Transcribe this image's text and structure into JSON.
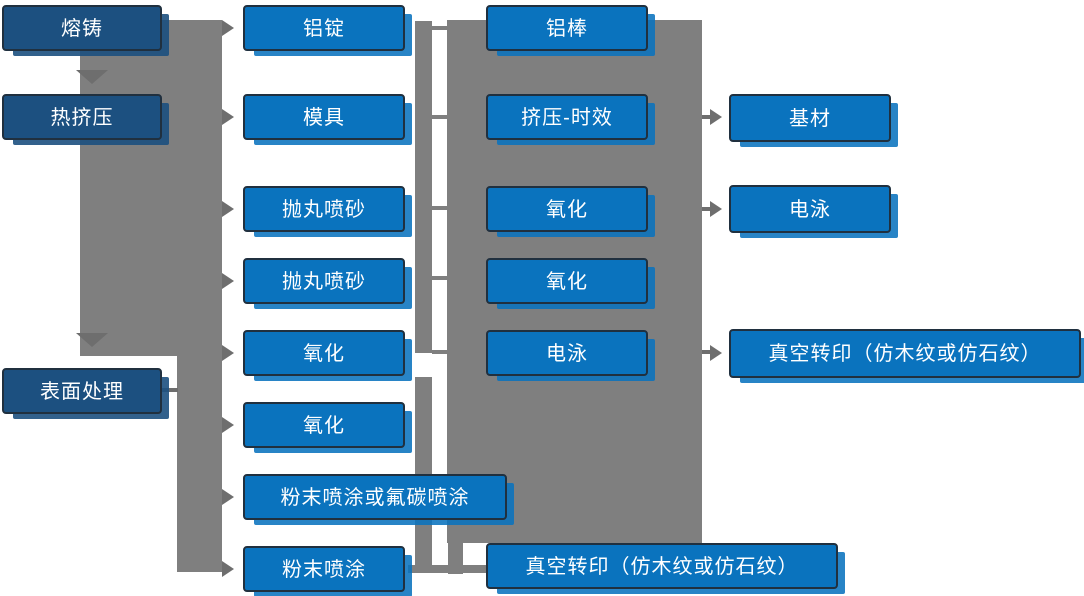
{
  "diagram": {
    "title_implicit": "铝型材生产工艺流程图",
    "stages": [
      {
        "label": "熔铸"
      },
      {
        "label": "热挤压"
      },
      {
        "label": "表面处理"
      }
    ],
    "column2": [
      {
        "label": "铝锭"
      },
      {
        "label": "模具"
      },
      {
        "label": "抛丸喷砂"
      },
      {
        "label": "抛丸喷砂"
      },
      {
        "label": "氧化"
      },
      {
        "label": "氧化"
      },
      {
        "label": "粉末喷涂或氟碳喷涂"
      },
      {
        "label": "粉末喷涂"
      }
    ],
    "column3": [
      {
        "label": "铝棒"
      },
      {
        "label": "挤压-时效"
      },
      {
        "label": "氧化"
      },
      {
        "label": "氧化"
      },
      {
        "label": "电泳"
      },
      {
        "label": "真空转印（仿木纹或仿石纹）"
      }
    ],
    "column4": [
      {
        "label": "基材"
      },
      {
        "label": "电泳"
      },
      {
        "label": "真空转印（仿木纹或仿石纹）"
      }
    ],
    "colors": {
      "stage_box": "#1c5080",
      "process_box": "#0a73be",
      "connector_gray": "#7f7f7f",
      "arrow_gray": "#6e6e6e",
      "text": "#ffffff"
    }
  }
}
